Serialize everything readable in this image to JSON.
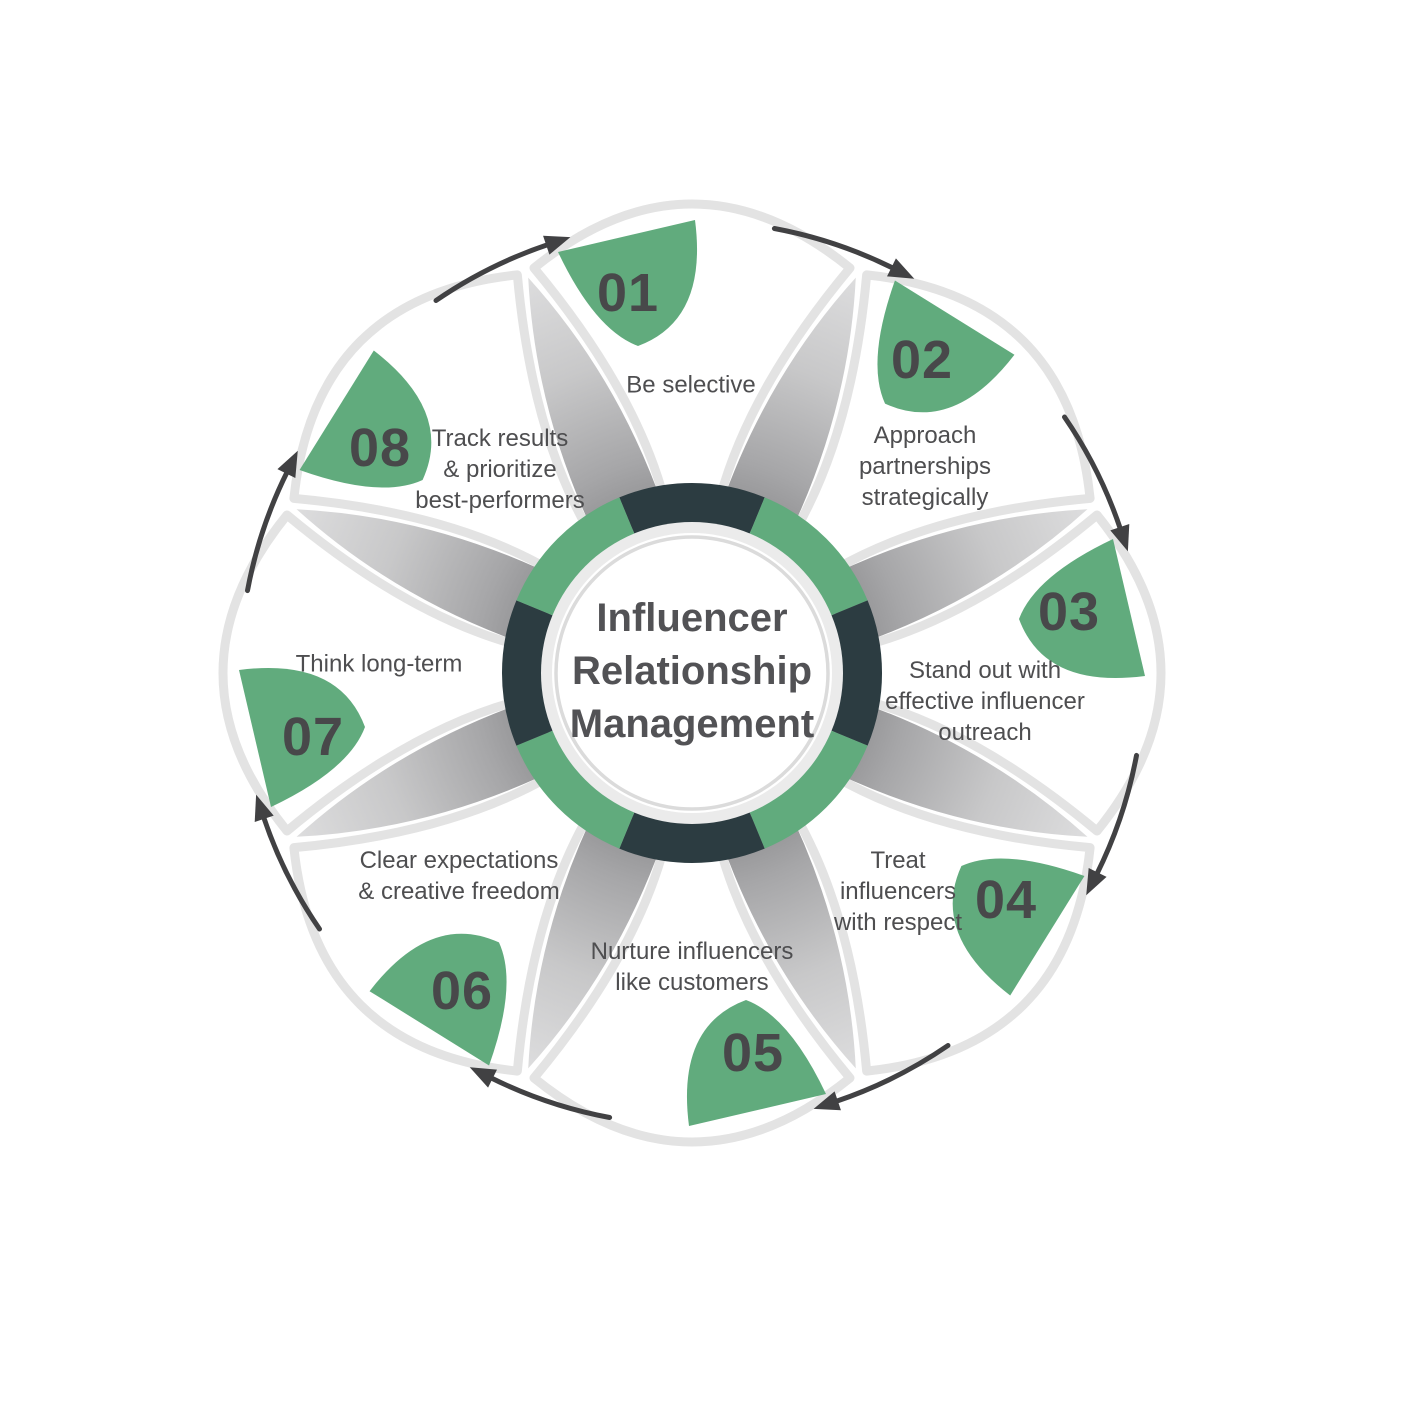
{
  "diagram": {
    "title": "Influencer\nRelationship\nManagement",
    "flow_direction": "clockwise",
    "steps": [
      {
        "number": "01",
        "label": "Be selective"
      },
      {
        "number": "02",
        "label": "Approach\npartnerships\nstrategically"
      },
      {
        "number": "03",
        "label": "Stand out with\neffective influencer\noutreach"
      },
      {
        "number": "04",
        "label": "Treat\ninfluencers\nwith respect"
      },
      {
        "number": "05",
        "label": "Nurture influencers\nlike customers"
      },
      {
        "number": "06",
        "label": "Clear expectations\n& creative freedom"
      },
      {
        "number": "07",
        "label": "Think long-term"
      },
      {
        "number": "08",
        "label": "Track results\n& prioritize\nbest-performers"
      }
    ],
    "colors": {
      "accent_green": "#61ab7d",
      "ring_dark_teal": "#2c3c41",
      "petal_border_gray": "#e3e3e3",
      "connector_gray": "#8a8a8c",
      "arrow_gray": "#414143",
      "text_gray": "#4e4e50"
    }
  }
}
